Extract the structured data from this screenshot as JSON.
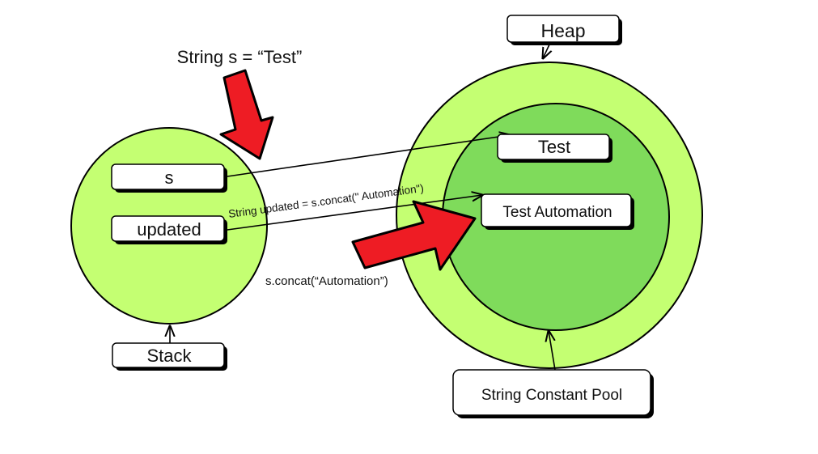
{
  "top_caption": "String s = “Test”",
  "stack": {
    "label": "Stack",
    "variables": [
      "s",
      "updated"
    ]
  },
  "heap": {
    "label": "Heap",
    "pool_label": "String Constant Pool",
    "objects": [
      "Test",
      "Test Automation"
    ]
  },
  "arrow_labels": {
    "updated_assignment": "String updated = s.concat(\" Automation\")",
    "concat_call": "s.concat(“Automation”)"
  },
  "colors": {
    "stack_fill": "#c4ff72",
    "heap_outer_fill": "#c4ff72",
    "pool_fill": "#7fdb5b",
    "red_arrow": "#ee1c24"
  }
}
